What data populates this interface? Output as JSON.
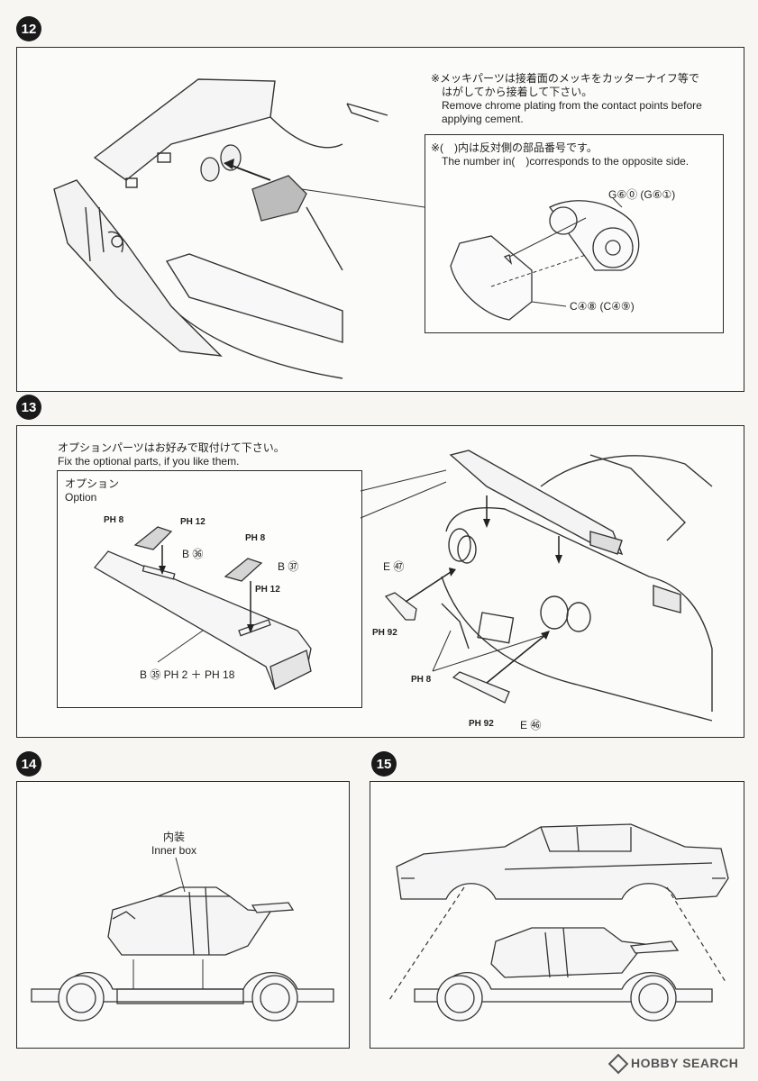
{
  "steps": {
    "s12": {
      "number": "12",
      "note_jp_1": "※メッキパーツは接着面のメッキをカッターナイフ等で",
      "note_jp_2": "はがしてから接着して下さい。",
      "note_en_1": "Remove chrome plating from the contact points before",
      "note_en_2": "applying cement.",
      "sub_note_jp": "※(　)内は反対側の部品番号です。",
      "sub_note_en": "The number in(　)corresponds to the opposite side.",
      "part_g": "G⑥⓪ (G⑥①)",
      "part_c": "C④⑧ (C④⑨)"
    },
    "s13": {
      "number": "13",
      "note_jp": "オプションパーツはお好みで取付けて下さい。",
      "note_en": "Fix the optional parts, if you like them.",
      "option_jp": "オプション",
      "option_en": "Option",
      "labels": {
        "ph8_a": "PH 8",
        "ph12_a": "PH 12",
        "b36": "B ㊱",
        "ph8_b": "PH 8",
        "b37": "B ㊲",
        "ph12_b": "PH 12",
        "b35": "B ㉟  PH 2 ＋ PH 18",
        "e57": "E ㊼",
        "ph92_a": "PH 92",
        "ph8_c": "PH 8",
        "ph92_b": "PH 92",
        "e56": "E ㊻"
      }
    },
    "s14": {
      "number": "14",
      "inner_jp": "内装",
      "inner_en": "Inner box"
    },
    "s15": {
      "number": "15"
    }
  },
  "watermark": "HOBBY SEARCH"
}
